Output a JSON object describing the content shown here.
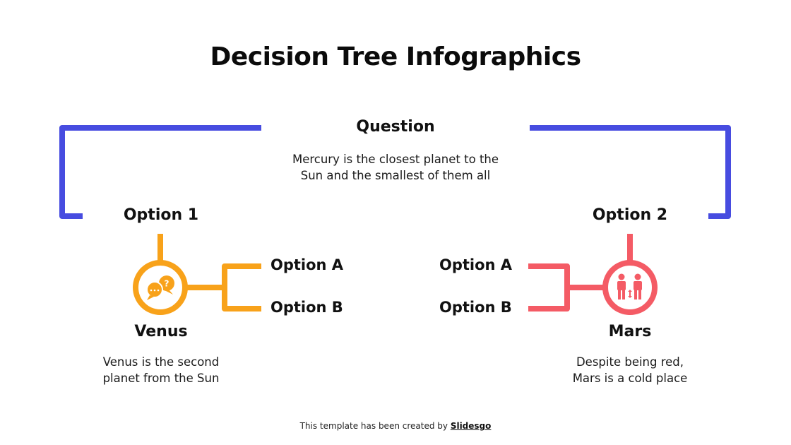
{
  "title": "Decision Tree Infographics",
  "question": {
    "title": "Question",
    "description_line1": "Mercury is the closest planet to the",
    "description_line2": "Sun and the smallest of them all"
  },
  "options": [
    {
      "heading": "Option 1",
      "planet": "Venus",
      "description_line1": "Venus is the second",
      "description_line2": "planet from the Sun",
      "icon": "speech-bubbles-question-icon",
      "color": "#f8a21a",
      "branches": [
        "Option A",
        "Option B"
      ]
    },
    {
      "heading": "Option 2",
      "planet": "Mars",
      "description_line1": "Despite being red,",
      "description_line2": "Mars is a cold place",
      "icon": "two-people-exchange-icon",
      "color": "#f45b65",
      "branches": [
        "Option A",
        "Option B"
      ]
    }
  ],
  "colors": {
    "bracket": "#474ce0",
    "option1": "#f8a21a",
    "option2": "#f45b65"
  },
  "footer": {
    "text": "This template has been created by ",
    "brand": "Slidesgo"
  }
}
